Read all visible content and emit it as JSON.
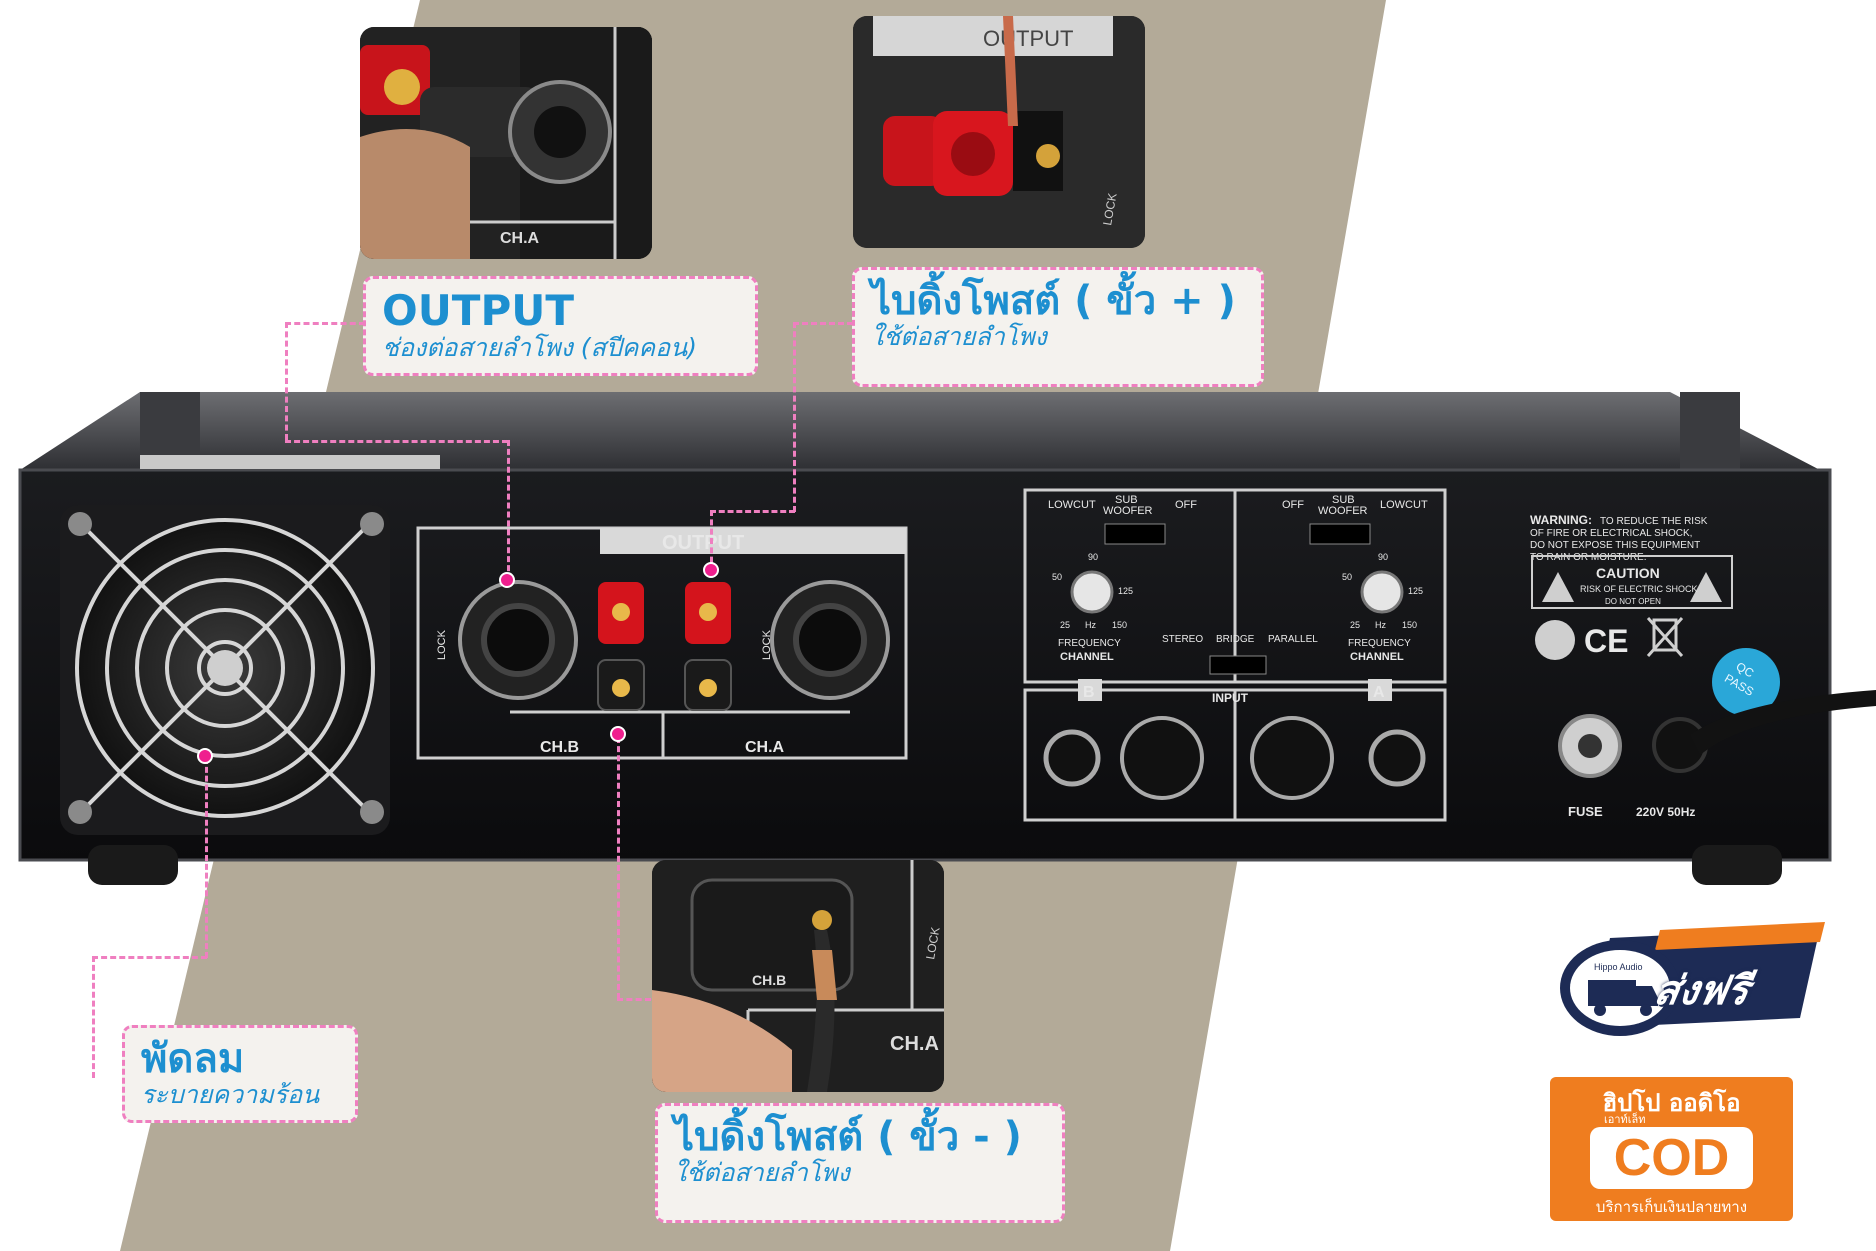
{
  "callouts": {
    "output": {
      "title": "OUTPUT",
      "subtitle": "ช่องต่อสายลำโพง (สปีคคอน)"
    },
    "binding_plus": {
      "title": "ไบดิ้งโพสต์ ( ขั้ว + )",
      "subtitle": "ใช้ต่อสายลำโพง"
    },
    "binding_minus": {
      "title": "ไบดิ้งโพสต์ ( ขั้ว - )",
      "subtitle": "ใช้ต่อสายลำโพง"
    },
    "fan": {
      "title": "พัดลม",
      "subtitle": "ระบายความร้อน"
    }
  },
  "panel": {
    "output_header": "OUTPUT",
    "ch_b": "CH.B",
    "ch_a": "CH.A",
    "lock": "LOCK",
    "input_header": "INPUT",
    "input_b": "B",
    "input_a": "A",
    "lowcut": "LOWCUT",
    "sub": "SUB",
    "woofer": "WOOFER",
    "off": "OFF",
    "frequency": "FREQUENCY",
    "channel": "CHANNEL",
    "hz": "Hz",
    "knob_25": "25",
    "knob_50": "50",
    "knob_90": "90",
    "knob_125": "125",
    "knob_150": "150",
    "stereo": "STEREO",
    "bridge": "BRIDGE",
    "parallel": "PARALLEL",
    "warning_title": "WARNING:",
    "warning_l1": "TO REDUCE THE RISK",
    "warning_l2": "OF FIRE OR ELECTRICAL SHOCK,",
    "warning_l3": "DO NOT EXPOSE THIS EQUIPMENT",
    "warning_l4": "TO RAIN OR MOISTURE.",
    "caution": "CAUTION",
    "caution_l1": "RISK OF ELECTRIC SHOCK",
    "caution_l2": "DO NOT OPEN",
    "fuse": "FUSE",
    "power": "220V 50Hz",
    "qc_1": "QC",
    "qc_2": "PASS",
    "ce": "CE"
  },
  "photos": {
    "top_left_ch": "CH.A",
    "top_right_output": "OUTPUT",
    "top_right_lock": "LOCK",
    "bottom_ch_b": "CH.B",
    "bottom_ch_a": "CH.A",
    "bottom_lock": "LOCK"
  },
  "badges": {
    "shipping": "ส่งฟรี",
    "shipping_small": "Hippo Audio",
    "brand": "ฮิปโป ออดิโอ",
    "brand_small": "เอาท์เล็ท",
    "cod": "COD",
    "cod_service": "บริการเก็บเงินปลายทาง"
  },
  "colors": {
    "accent_blue": "#1d8fd0",
    "callout_border": "#ef7fc0",
    "cod_orange": "#ef7d1f",
    "ship_navy": "#1d2b55"
  }
}
